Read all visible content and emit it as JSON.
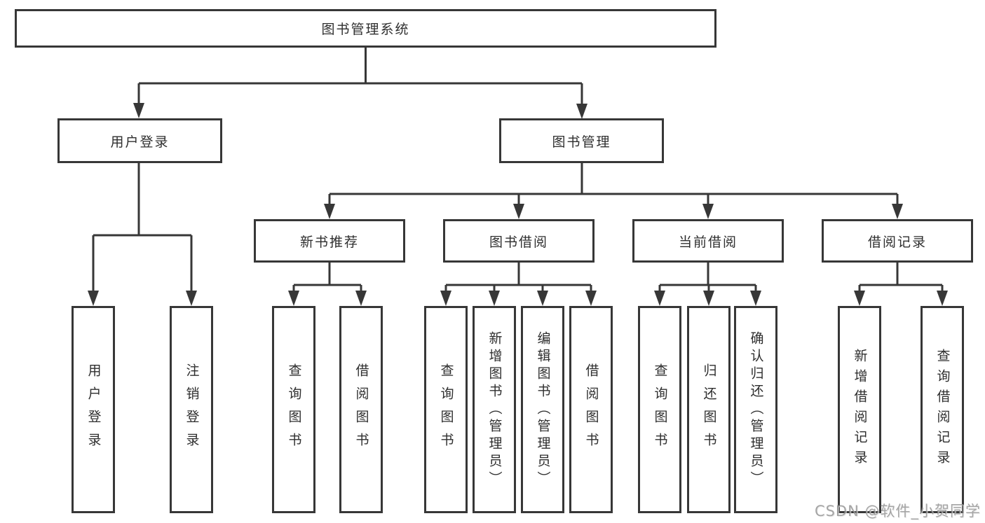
{
  "tree": {
    "root": {
      "label": "图书管理系统"
    },
    "branches": [
      {
        "label": "用户登录",
        "children": [
          "用户登录",
          "注销登录"
        ]
      },
      {
        "label": "图书管理",
        "modules": [
          {
            "label": "新书推荐",
            "children": [
              "查询图书",
              "借阅图书"
            ]
          },
          {
            "label": "图书借阅",
            "children": [
              "查询图书",
              "新增图书（管理员）",
              "编辑图书（管理员）",
              "借阅图书"
            ]
          },
          {
            "label": "当前借阅",
            "children": [
              "查询图书",
              "归还图书",
              "确认归还（管理员）"
            ]
          },
          {
            "label": "借阅记录",
            "children": [
              "新增借阅记录",
              "查询借阅记录"
            ]
          }
        ]
      }
    ]
  },
  "watermark": "CSDN @软件_小贺同学",
  "colors": {
    "line": "#373737",
    "box_border": "#373737",
    "text": "#2e2e2e",
    "watermark": "#8f8f8f",
    "background": "#ffffff"
  }
}
